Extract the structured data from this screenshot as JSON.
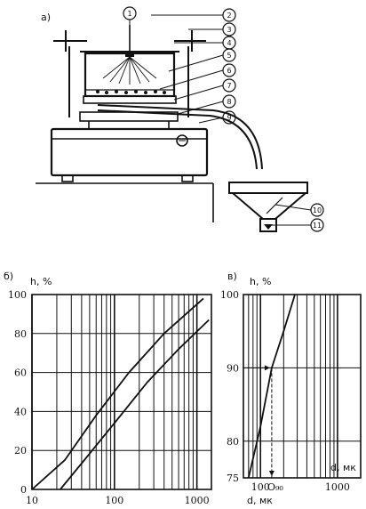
{
  "panel_a": {
    "label": "a)",
    "callouts": [
      "1",
      "2",
      "3",
      "4",
      "5",
      "6",
      "7",
      "8",
      "9",
      "10",
      "11"
    ]
  },
  "panel_b": {
    "label": "б)",
    "ylabel": "h, %",
    "xlabel": "d, мк",
    "yticks": [
      "0",
      "20",
      "40",
      "60",
      "80",
      "100"
    ],
    "xticks": [
      "10",
      "100",
      "1000"
    ]
  },
  "panel_c": {
    "label": "в)",
    "ylabel": "h, %",
    "xlabel_inner": "d, мк",
    "yticks": [
      "75",
      "80",
      "90",
      "100"
    ],
    "xticks": [
      "100",
      "O₉₀",
      "1000"
    ]
  },
  "chart_data": [
    {
      "type": "line",
      "panel": "б)",
      "xscale": "log",
      "xlim": [
        10,
        1500
      ],
      "ylim": [
        0,
        100
      ],
      "ylabel": "h, %",
      "xlabel": "d, мк",
      "grid": true,
      "series": [
        {
          "x": [
            10,
            25,
            60,
            150,
            400,
            1200
          ],
          "y": [
            0,
            15,
            38,
            60,
            80,
            98
          ]
        },
        {
          "x": [
            22,
            45,
            100,
            250,
            600,
            1400
          ],
          "y": [
            0,
            16,
            34,
            55,
            72,
            87
          ]
        }
      ]
    },
    {
      "type": "line",
      "panel": "в)",
      "xscale": "log",
      "xlim": [
        60,
        2000
      ],
      "ylim": [
        75,
        100
      ],
      "ylabel": "h, %",
      "xlabel": "d, мк",
      "grid": true,
      "series": [
        {
          "x": [
            70,
            100,
            140,
            200,
            280
          ],
          "y": [
            75,
            82,
            90,
            95,
            100
          ]
        }
      ]
    }
  ]
}
